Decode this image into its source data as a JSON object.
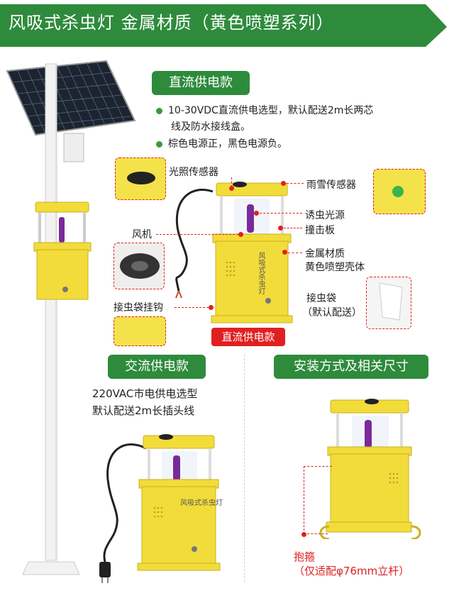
{
  "header": {
    "title": "风吸式杀虫灯  金属材质（黄色喷塑系列）",
    "bg_color": "#2e8b3c"
  },
  "dc_section": {
    "label": "直流供电款",
    "bullets": [
      "10-30VDC直流供电选型，默认配送2m长两芯线及防水接线盒。",
      "棕色电源正，黑色电源负。"
    ],
    "bullet1_line1": "10-30VDC直流供电选型，默认配送2m长两芯",
    "bullet1_line2": "线及防水接线盒。",
    "bullet2": "棕色电源正，黑色电源负。",
    "parts": {
      "light_sensor": "光照传感器",
      "rain_sensor": "雨雪传感器",
      "lure_lamp": "诱虫光源",
      "impact_plate": "撞击板",
      "fan": "风机",
      "shell_line1": "金属材质",
      "shell_line2": "黄色喷塑壳体",
      "bag_line1": "接虫袋",
      "bag_line2": "（默认配送）",
      "bag_hook": "接虫袋挂钩"
    },
    "tag": "直流供电款",
    "device_text": "风吸式杀虫灯"
  },
  "ac_section": {
    "label": "交流供电款",
    "line1": "220VAC市电供电选型",
    "line2": "默认配送2m长插头线",
    "device_text": "风吸式杀虫灯"
  },
  "install_section": {
    "label": "安装方式及相关尺寸",
    "clamp": "抱箍",
    "clamp_note": "（仅适配φ76mm立杆）"
  },
  "colors": {
    "accent_green": "#2e8b3c",
    "bullet_green": "#3a9a3a",
    "annotation_red": "#e02020",
    "device_yellow": "#f2dc3a"
  }
}
